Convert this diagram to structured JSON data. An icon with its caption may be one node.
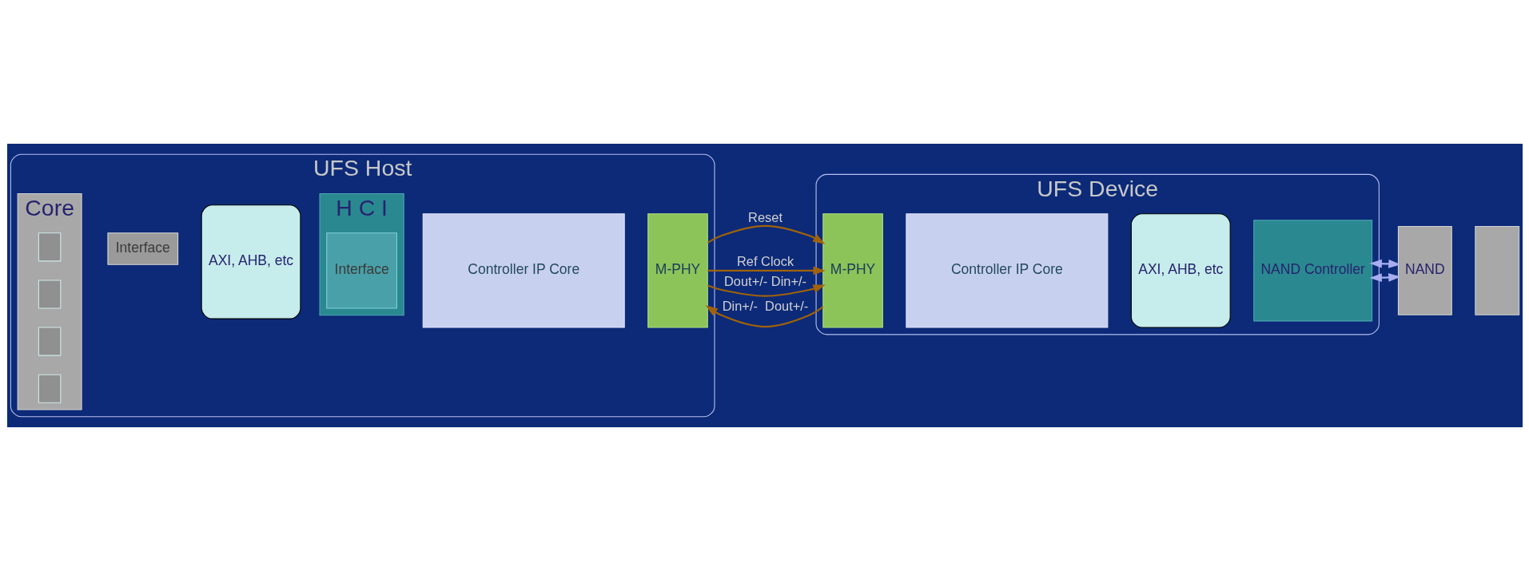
{
  "diagram": {
    "nodes": [
      {
        "text": [
          "UFS Host"
        ]
      },
      {
        "text": [
          "Core"
        ],
        "in": 0
      },
      {
        "text": [],
        "shape": "box",
        "in": 1
      },
      {
        "text": [],
        "shape": "box",
        "in": 1
      },
      {
        "text": [],
        "shape": "box",
        "in": 1
      },
      {
        "text": [],
        "shape": "box",
        "in": 1
      },
      {
        "text": [
          "Interface"
        ],
        "in": 0
      },
      {
        "text": [
          "AXI, AHB, etc"
        ],
        "in": 0
      },
      {
        "text": [
          "H C I"
        ],
        "in": 0
      },
      {
        "text": [
          "Interface"
        ],
        "in": 8
      },
      {
        "text": [
          "Controller IP Core"
        ],
        "in": 0
      },
      {
        "text": [
          "M-PHY"
        ],
        "in": 0
      },
      {
        "text": [
          "UFS Device"
        ]
      },
      {
        "text": [
          "M-PHY"
        ],
        "in": 12
      },
      {
        "text": [
          "Controller IP Core"
        ],
        "in": 12
      },
      {
        "text": [
          "AXI, AHB, etc"
        ],
        "in": 12
      },
      {
        "text": [
          "NAND Controller"
        ],
        "in": 12
      },
      {
        "text": [
          "NAND"
        ]
      },
      {
        "text": [],
        "shape": "box"
      }
    ],
    "edges": [
      {
        "from": 11,
        "to": 13,
        "arrow": "to",
        "label": "Reset"
      },
      {
        "from": 11,
        "to": 13,
        "arrow": "to",
        "label": "Ref Clock"
      },
      {
        "from": 11,
        "to": 13,
        "arrow": "to",
        "label": "Dout+/- Din+/-"
      },
      {
        "from": 13,
        "to": 11,
        "arrow": "to",
        "label": "Din+/-  Dout+/-"
      },
      {
        "from": 16,
        "to": 17,
        "arrow": "both",
        "color": "#a9aef0"
      },
      {
        "from": 16,
        "to": 17,
        "arrow": "both",
        "color": "#a9aef0"
      }
    ]
  }
}
